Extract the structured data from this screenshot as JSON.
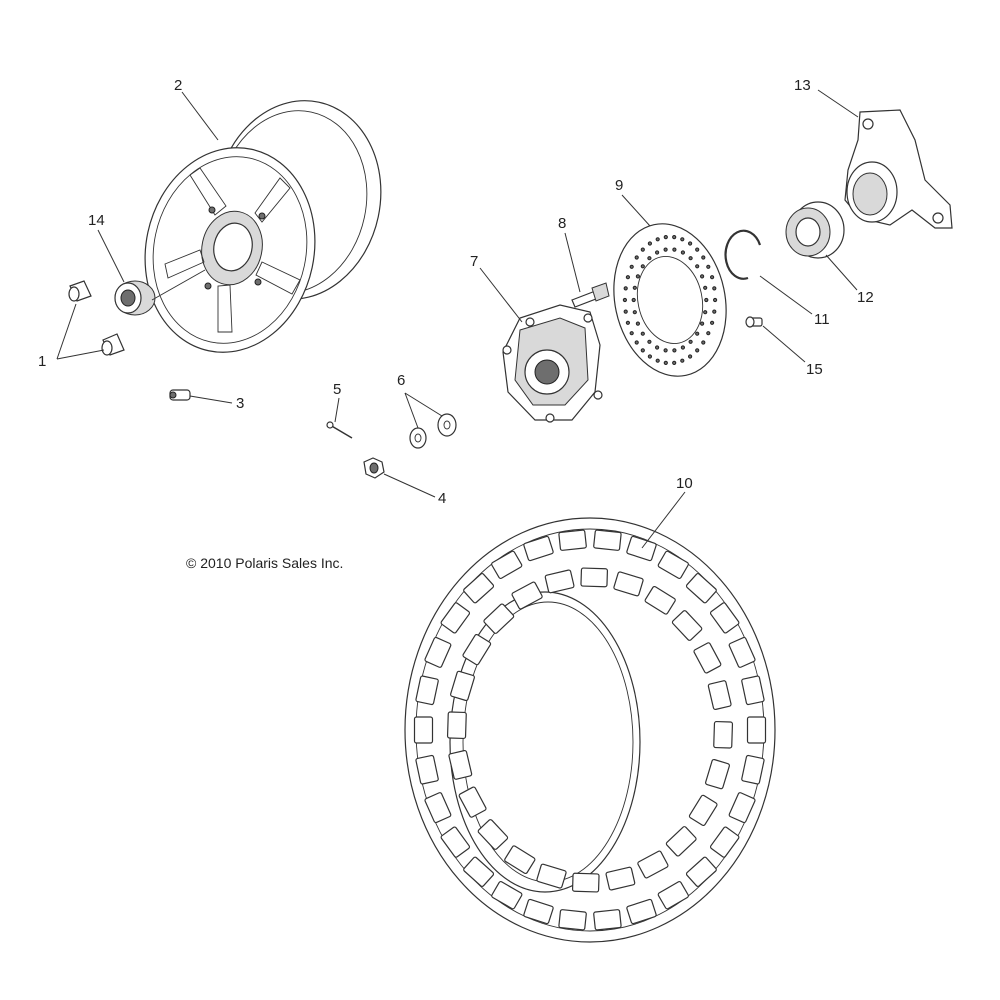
{
  "copyright": "© 2010 Polaris Sales Inc.",
  "callouts": {
    "c1": "1",
    "c2": "2",
    "c3": "3",
    "c4": "4",
    "c5": "5",
    "c6": "6",
    "c7": "7",
    "c8": "8",
    "c9": "9",
    "c10": "10",
    "c11": "11",
    "c12": "12",
    "c13": "13",
    "c14": "14",
    "c15": "15"
  }
}
